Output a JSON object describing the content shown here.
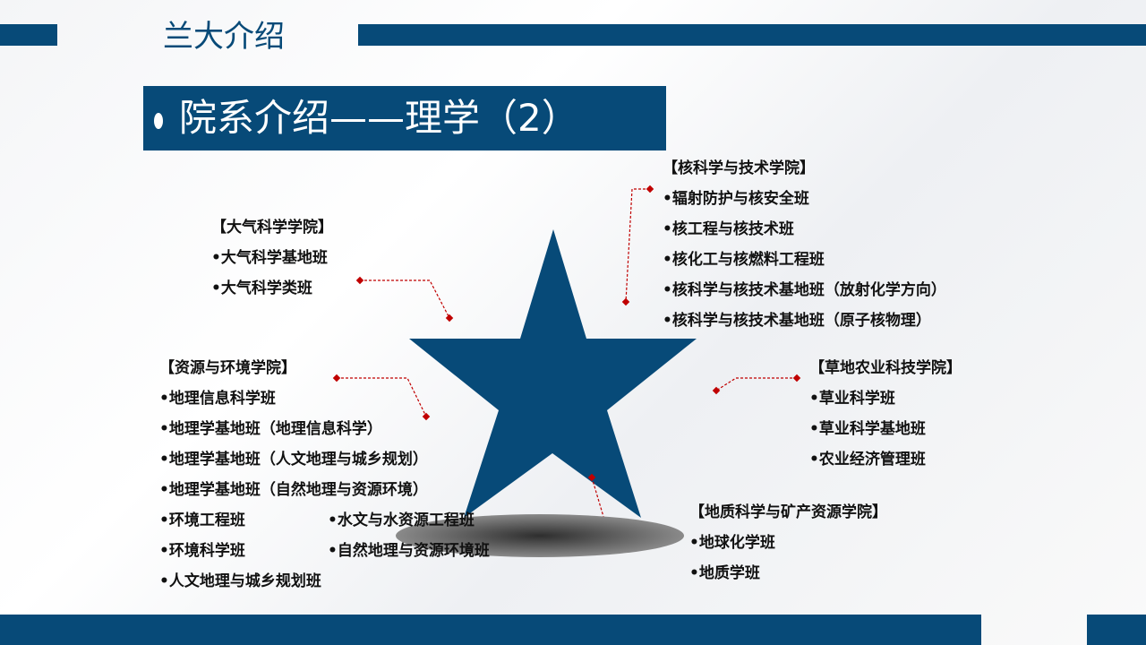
{
  "header": {
    "topic": "兰大介绍",
    "title": "院系介绍——理学（2）"
  },
  "colors": {
    "navy": "#074a78",
    "connector": "#c00000"
  },
  "groups": {
    "atmos": {
      "name": "【大气科学学院】",
      "items": [
        "•大气科学基地班",
        "•大气科学类班"
      ]
    },
    "nuclear": {
      "name": "【核科学与技术学院】",
      "items": [
        "•辐射防护与核安全班",
        "•核工程与核技术班",
        "•核化工与核燃料工程班",
        "•核科学与核技术基地班（放射化学方向）",
        "•核科学与核技术基地班（原子核物理）"
      ]
    },
    "resource": {
      "name": "【资源与环境学院】",
      "items": [
        "•地理信息科学班",
        "•地理学基地班（地理信息科学）",
        "•地理学基地班（人文地理与城乡规划）",
        "•地理学基地班（自然地理与资源环境）"
      ],
      "col1": [
        "•环境工程班",
        "•环境科学班",
        "•人文地理与城乡规划班"
      ],
      "col2": [
        "•水文与水资源工程班",
        "•自然地理与资源环境班"
      ]
    },
    "grass": {
      "name": "【草地农业科技学院】",
      "items": [
        "•草业科学班",
        "•草业科学基地班",
        "•农业经济管理班"
      ]
    },
    "geo": {
      "name": "【地质科学与矿产资源学院】",
      "items": [
        "•地球化学班",
        "•地质学班"
      ]
    }
  }
}
